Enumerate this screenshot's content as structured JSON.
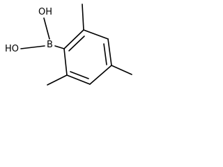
{
  "structure": {
    "atoms": {
      "oh_top": "OH",
      "boron": "B",
      "oh_bottom": "HO"
    },
    "colors": {
      "bond": "#000000",
      "text": "#000000",
      "background": "#ffffff"
    }
  }
}
